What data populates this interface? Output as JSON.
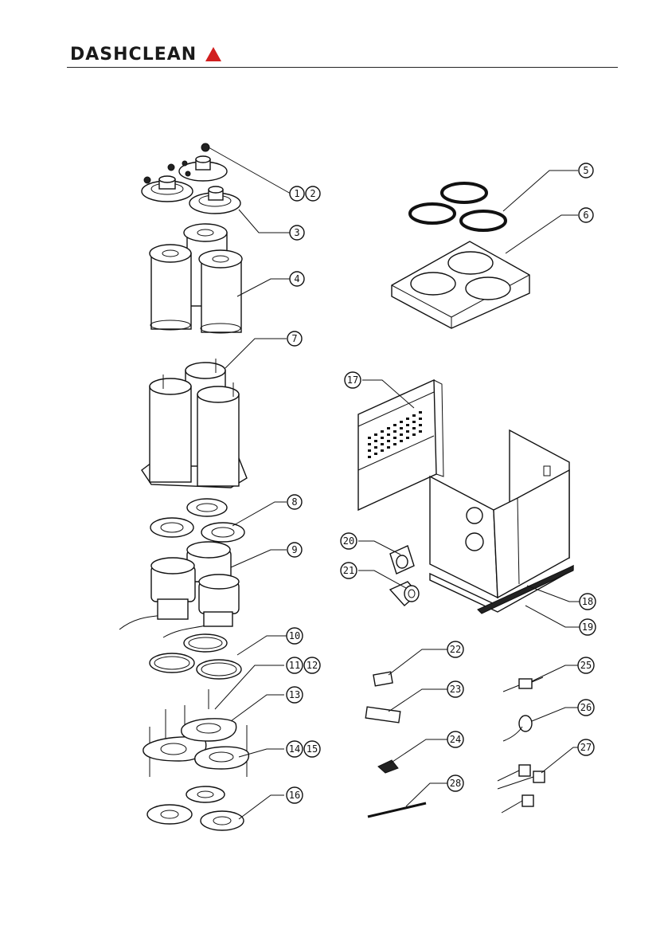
{
  "header": {
    "brand": "DASHCLEAN",
    "brand_accent_color": "#d11f1f",
    "brand_color": "#1a1a1a"
  },
  "callouts": [
    {
      "id": "c1",
      "label": "1"
    },
    {
      "id": "c2",
      "label": "2"
    },
    {
      "id": "c3",
      "label": "3"
    },
    {
      "id": "c4",
      "label": "4"
    },
    {
      "id": "c5",
      "label": "5"
    },
    {
      "id": "c6",
      "label": "6"
    },
    {
      "id": "c7",
      "label": "7"
    },
    {
      "id": "c8",
      "label": "8"
    },
    {
      "id": "c9",
      "label": "9"
    },
    {
      "id": "c10",
      "label": "10"
    },
    {
      "id": "c11",
      "label": "11"
    },
    {
      "id": "c12",
      "label": "12"
    },
    {
      "id": "c13",
      "label": "13"
    },
    {
      "id": "c14",
      "label": "14"
    },
    {
      "id": "c15",
      "label": "15"
    },
    {
      "id": "c16",
      "label": "16"
    },
    {
      "id": "c17",
      "label": "17"
    },
    {
      "id": "c18",
      "label": "18"
    },
    {
      "id": "c19",
      "label": "19"
    },
    {
      "id": "c20",
      "label": "20"
    },
    {
      "id": "c21",
      "label": "21"
    },
    {
      "id": "c22",
      "label": "22"
    },
    {
      "id": "c23",
      "label": "23"
    },
    {
      "id": "c24",
      "label": "24"
    },
    {
      "id": "c25",
      "label": "25"
    },
    {
      "id": "c26",
      "label": "26"
    },
    {
      "id": "c27",
      "label": "27"
    },
    {
      "id": "c28",
      "label": "28"
    }
  ]
}
